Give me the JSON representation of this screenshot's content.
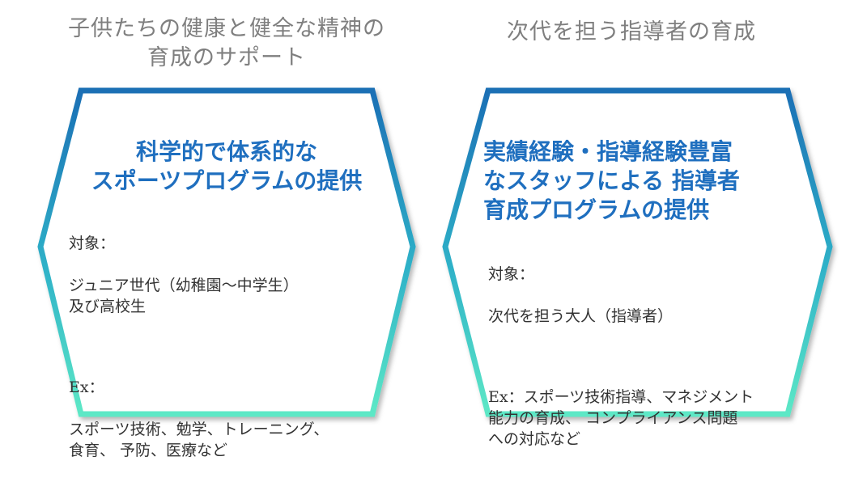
{
  "colors": {
    "heading": "#7f7f7f",
    "title": "#1f6fbf",
    "body": "#333333",
    "border_top": "#1b6fb5",
    "border_bottom": "#5de8c6"
  },
  "left": {
    "heading": "子供たちの健康と健全な精神の\n育成のサポート",
    "title": "科学的で体系的な\nスポーツプログラムの提供",
    "target_label": "対象：",
    "target_text": "ジュニア世代（幼稚園〜中学生）\n及び高校生",
    "ex_label": "Ex：",
    "ex_text": "スポーツ技術、勉学、トレーニング、\n食育、 予防、医療など"
  },
  "right": {
    "heading": "次代を担う指導者の育成",
    "title": "実績経験・指導経験豊富\nなスタッフによる 指導者\n育成プログラムの提供",
    "target_label": "対象：",
    "target_text": "次代を担う大人（指導者）",
    "ex_text": "Ex：スポーツ技術指導、マネジメント\n能力の育成、 コンプライアンス問題\nへの対応など"
  }
}
